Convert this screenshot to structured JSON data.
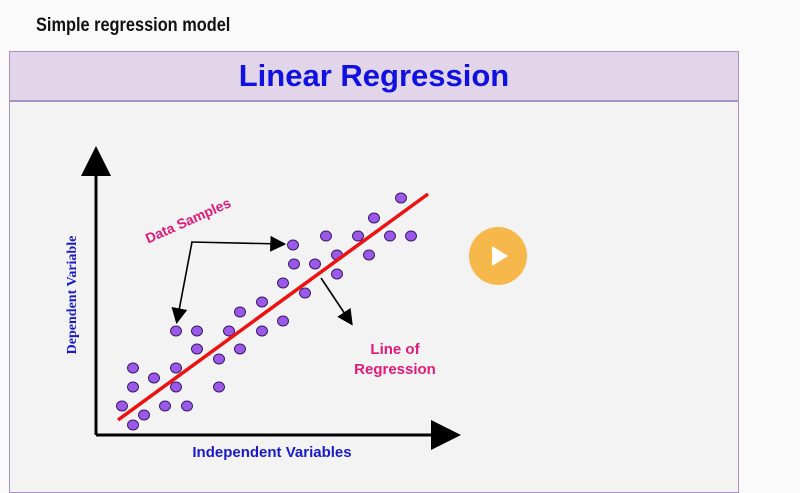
{
  "page": {
    "heading": "Simple regression model"
  },
  "slide": {
    "title": "Linear Regression",
    "y_axis_label": "Dependent Variable",
    "x_axis_label": "Independent Variables",
    "annotation_samples": "Data Samples",
    "annotation_line_1": "Line of",
    "annotation_line_2": "Regression"
  },
  "colors": {
    "title": "#1010e0",
    "axis_label": "#1a1acc",
    "annotation": "#e0197a",
    "points": "#9b59e8",
    "regression_line": "#ee1111",
    "play_button": "#f6b84a"
  },
  "player": {
    "play_icon": "play-icon"
  }
}
